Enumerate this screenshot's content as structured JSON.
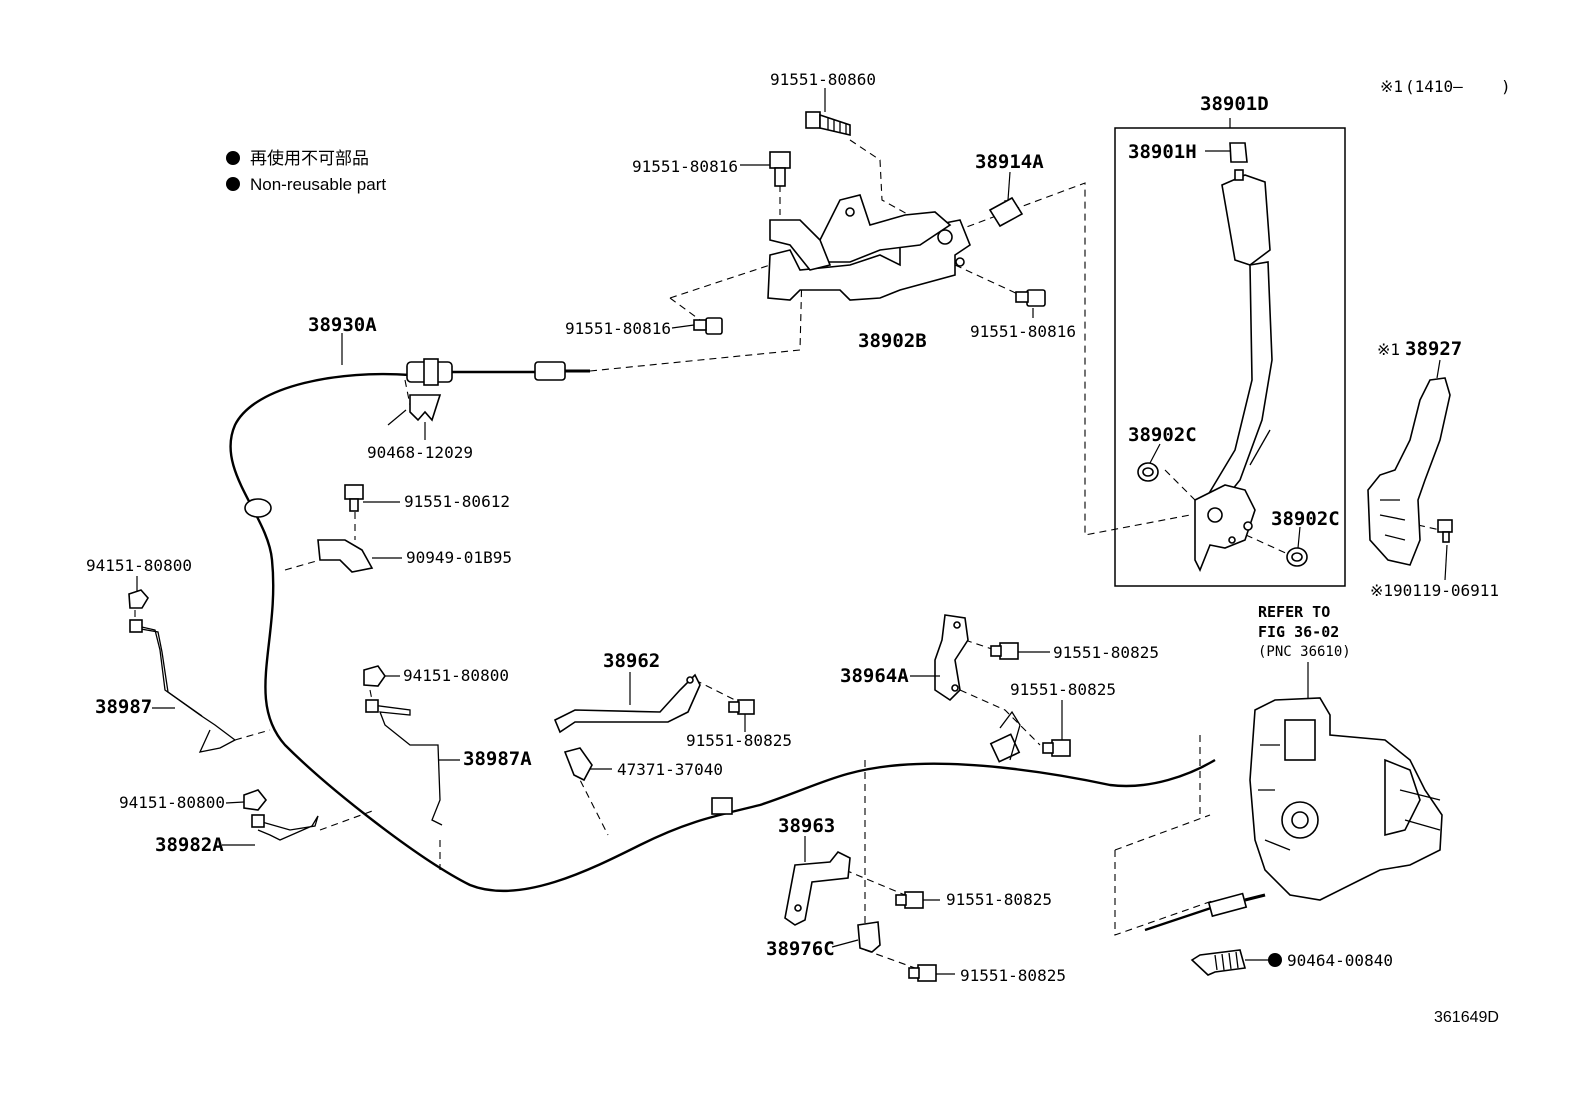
{
  "legend": {
    "item_jp": "再使用不可部品",
    "item_en": "Non-reusable part"
  },
  "footnote": {
    "mark": "※1",
    "range_start": "(1410–",
    "range_end": ")"
  },
  "image_code": "361649D",
  "refer": {
    "line1": "REFER TO",
    "line2": "FIG 36-02",
    "line3": "(PNC 36610)"
  },
  "parts": {
    "p91551_80860": "91551-80860",
    "p91551_80816_a": "91551-80816",
    "p91551_80816_b": "91551-80816",
    "p91551_80816_c": "91551-80816",
    "p38914A": "38914A",
    "p38902B": "38902B",
    "p38901D": "38901D",
    "p38901H": "38901H",
    "p38902C_a": "38902C",
    "p38902C_b": "38902C",
    "p38927": "38927",
    "p38927_mark": "※1",
    "p190119_06911": "※190119-06911",
    "p38930A": "38930A",
    "p90468_12029": "90468-12029",
    "p91551_80612": "91551-80612",
    "p90949_01B95": "90949-01B95",
    "p94151_80800_a": "94151-80800",
    "p94151_80800_b": "94151-80800",
    "p94151_80800_c": "94151-80800",
    "p38987": "38987",
    "p38987A": "38987A",
    "p38982A": "38982A",
    "p38962": "38962",
    "p91551_80825_a": "91551-80825",
    "p47371_37040": "47371-37040",
    "p38964A": "38964A",
    "p91551_80825_b": "91551-80825",
    "p91551_80825_c": "91551-80825",
    "p38963": "38963",
    "p91551_80825_d": "91551-80825",
    "p38976C": "38976C",
    "p91551_80825_e": "91551-80825",
    "p90464_00840": "90464-00840"
  }
}
